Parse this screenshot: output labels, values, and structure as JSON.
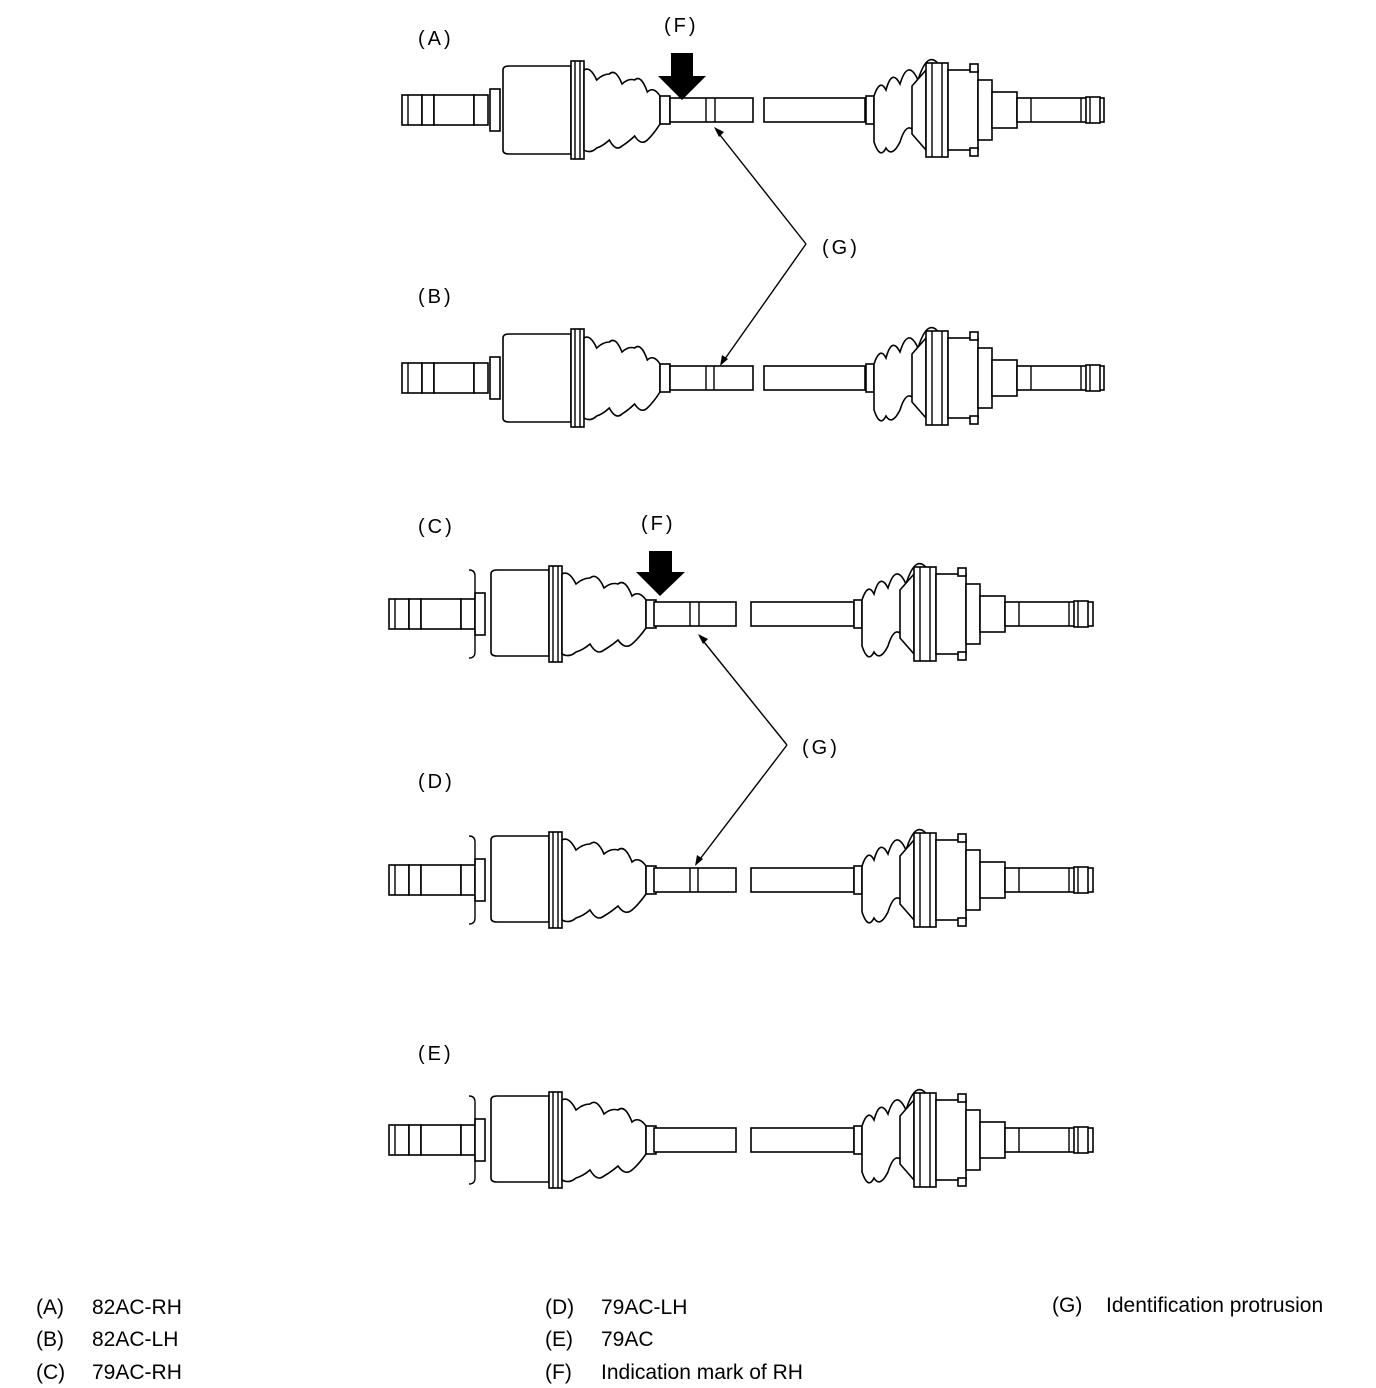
{
  "shafts": [
    {
      "id": "A",
      "tag": "(A)",
      "style": "82",
      "mark": true,
      "prot": 2
    },
    {
      "id": "B",
      "tag": "(B)",
      "style": "82",
      "mark": false,
      "prot": 1
    },
    {
      "id": "C",
      "tag": "(C)",
      "style": "79",
      "mark": true,
      "prot": 2
    },
    {
      "id": "D",
      "tag": "(D)",
      "style": "79",
      "mark": false,
      "prot": 1
    },
    {
      "id": "E",
      "tag": "(E)",
      "style": "79",
      "mark": false,
      "prot": 0
    }
  ],
  "callouts": {
    "F": "(F)",
    "G": "(G)"
  },
  "legend": [
    {
      "key": "(A)",
      "text": "82AC-RH"
    },
    {
      "key": "(B)",
      "text": "82AC-LH"
    },
    {
      "key": "(C)",
      "text": "79AC-RH"
    },
    {
      "key": "(D)",
      "text": "79AC-LH"
    },
    {
      "key": "(E)",
      "text": "79AC"
    },
    {
      "key": "(F)",
      "text": "Indication mark of RH"
    },
    {
      "key": "(G)",
      "text": "Identification protrusion"
    }
  ]
}
